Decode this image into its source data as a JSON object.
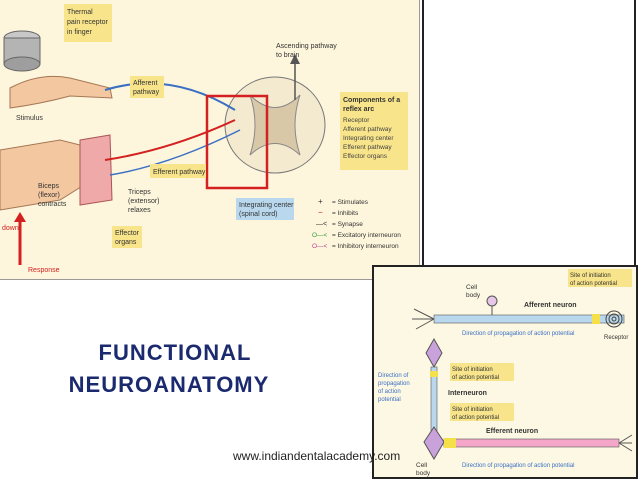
{
  "reflex_arc": {
    "thermal_label": [
      "Thermal",
      "pain receptor",
      "in finger"
    ],
    "stimulus": "Stimulus",
    "afferent_pathway": [
      "Afferent",
      "pathway"
    ],
    "ascending_pathway": [
      "Ascending pathway",
      "to brain"
    ],
    "components_title": [
      "Components of a",
      "reflex arc"
    ],
    "components": [
      "Receptor",
      "Afferent pathway",
      "Integrating center",
      "Efferent pathway",
      "Effector organs"
    ],
    "efferent_pathway": "Efferent pathway",
    "biceps": [
      "Biceps",
      "(flexor)",
      "contracts"
    ],
    "triceps": [
      "Triceps",
      "(extensor)",
      "relaxes"
    ],
    "effector_organs": [
      "Effector",
      "organs"
    ],
    "response": "Response",
    "down": "down",
    "integrating_center": [
      "Integrating center",
      "(spinal cord)"
    ],
    "legend": [
      {
        "symbol": "+",
        "label": "= Stimulates"
      },
      {
        "symbol": "−",
        "label": "= Inhibits"
      },
      {
        "symbol": "—<",
        "label": "= Synapse"
      },
      {
        "symbol": "O—<",
        "label": "= Excitatory interneuron"
      },
      {
        "symbol": "O—<",
        "label": "= Inhibitory interneuron"
      }
    ]
  },
  "neuron_diagram": {
    "cell_body_top": [
      "Cell",
      "body"
    ],
    "site_top": [
      "Site of initiation",
      "of action potential"
    ],
    "afferent_neuron": "Afferent neuron",
    "direction_top": "Direction of propagation of action potential",
    "receptor": "Receptor",
    "direction_left": [
      "Direction of",
      "propagation",
      "of action",
      "potential"
    ],
    "site_mid": [
      "Site of initiation",
      "of action potential"
    ],
    "interneuron": "Interneuron",
    "site_low": [
      "Site of initiation",
      "of action potential"
    ],
    "efferent_neuron": "Efferent neuron",
    "cell_body_bottom": [
      "Cell",
      "body"
    ],
    "direction_bottom": "Direction of propagation of action potential"
  },
  "title": [
    "FUNCTIONAL",
    "NEUROANATOMY"
  ],
  "website": "www.indiandentalacademy.com",
  "colors": {
    "title": "#1b2a6e",
    "highlight_box": "#d42020",
    "label_box": "#f8e48a",
    "neuron": "#9a6bbf",
    "axon_blue": "#b9d8ee"
  }
}
